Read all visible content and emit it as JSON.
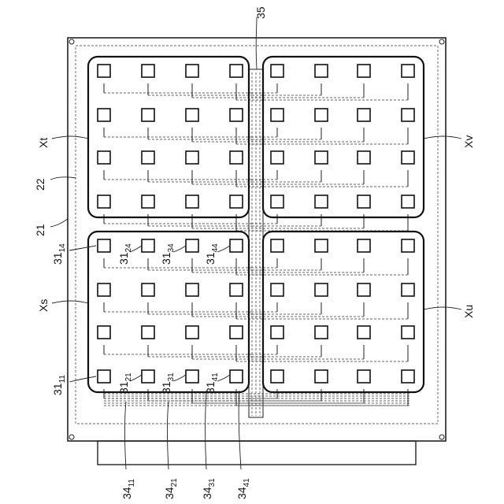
{
  "labels": {
    "connector": "35",
    "substrate": "21",
    "border": "22",
    "region_top_left": "Xt",
    "region_top_right": "Xv",
    "region_bottom_left": "Xs",
    "region_bottom_right": "Xu"
  },
  "element_labels": [
    {
      "base": "31",
      "sub": "14"
    },
    {
      "base": "31",
      "sub": "24"
    },
    {
      "base": "31",
      "sub": "34"
    },
    {
      "base": "31",
      "sub": "44"
    },
    {
      "base": "31",
      "sub": "11"
    },
    {
      "base": "31",
      "sub": "21"
    },
    {
      "base": "31",
      "sub": "31"
    },
    {
      "base": "31",
      "sub": "41"
    }
  ],
  "wiring_labels": [
    {
      "base": "34",
      "sub": "11"
    },
    {
      "base": "34",
      "sub": "21"
    },
    {
      "base": "34",
      "sub": "31"
    },
    {
      "base": "34",
      "sub": "41"
    }
  ],
  "grid": {
    "blocks": 4,
    "rows_per_block": 4,
    "cols_per_block": 4
  }
}
